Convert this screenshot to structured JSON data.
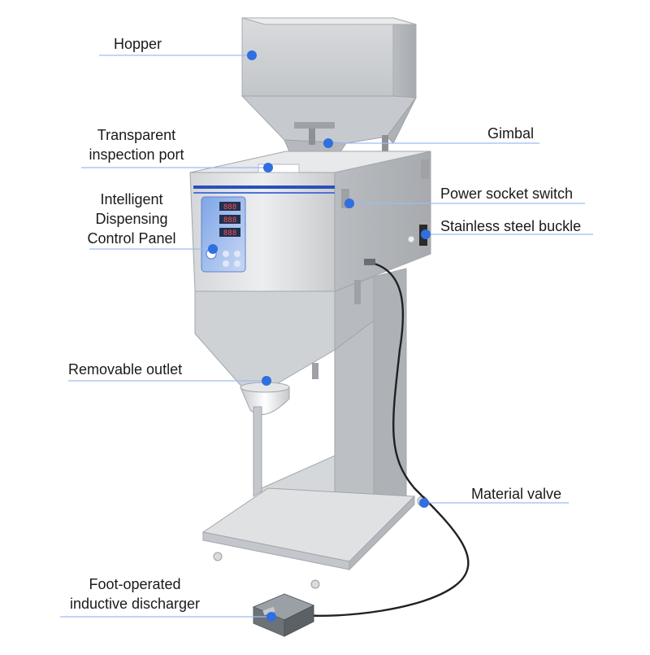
{
  "accent_color": "#2f6fe0",
  "labels": {
    "hopper": "Hopper",
    "inspection_port_line1": "Transparent",
    "inspection_port_line2": "inspection port",
    "gimbal": "Gimbal",
    "control_panel_line1": "Intelligent",
    "control_panel_line2": "Dispensing",
    "control_panel_line3": "Control Panel",
    "power_switch": "Power socket switch",
    "steel_buckle": "Stainless steel buckle",
    "removable_outlet": "Removable outlet",
    "material_valve": "Material valve",
    "foot_line1": "Foot-operated",
    "foot_line2": "inductive discharger"
  },
  "panel": {
    "display_1": "888",
    "display_2": "888",
    "display_3": "888"
  }
}
